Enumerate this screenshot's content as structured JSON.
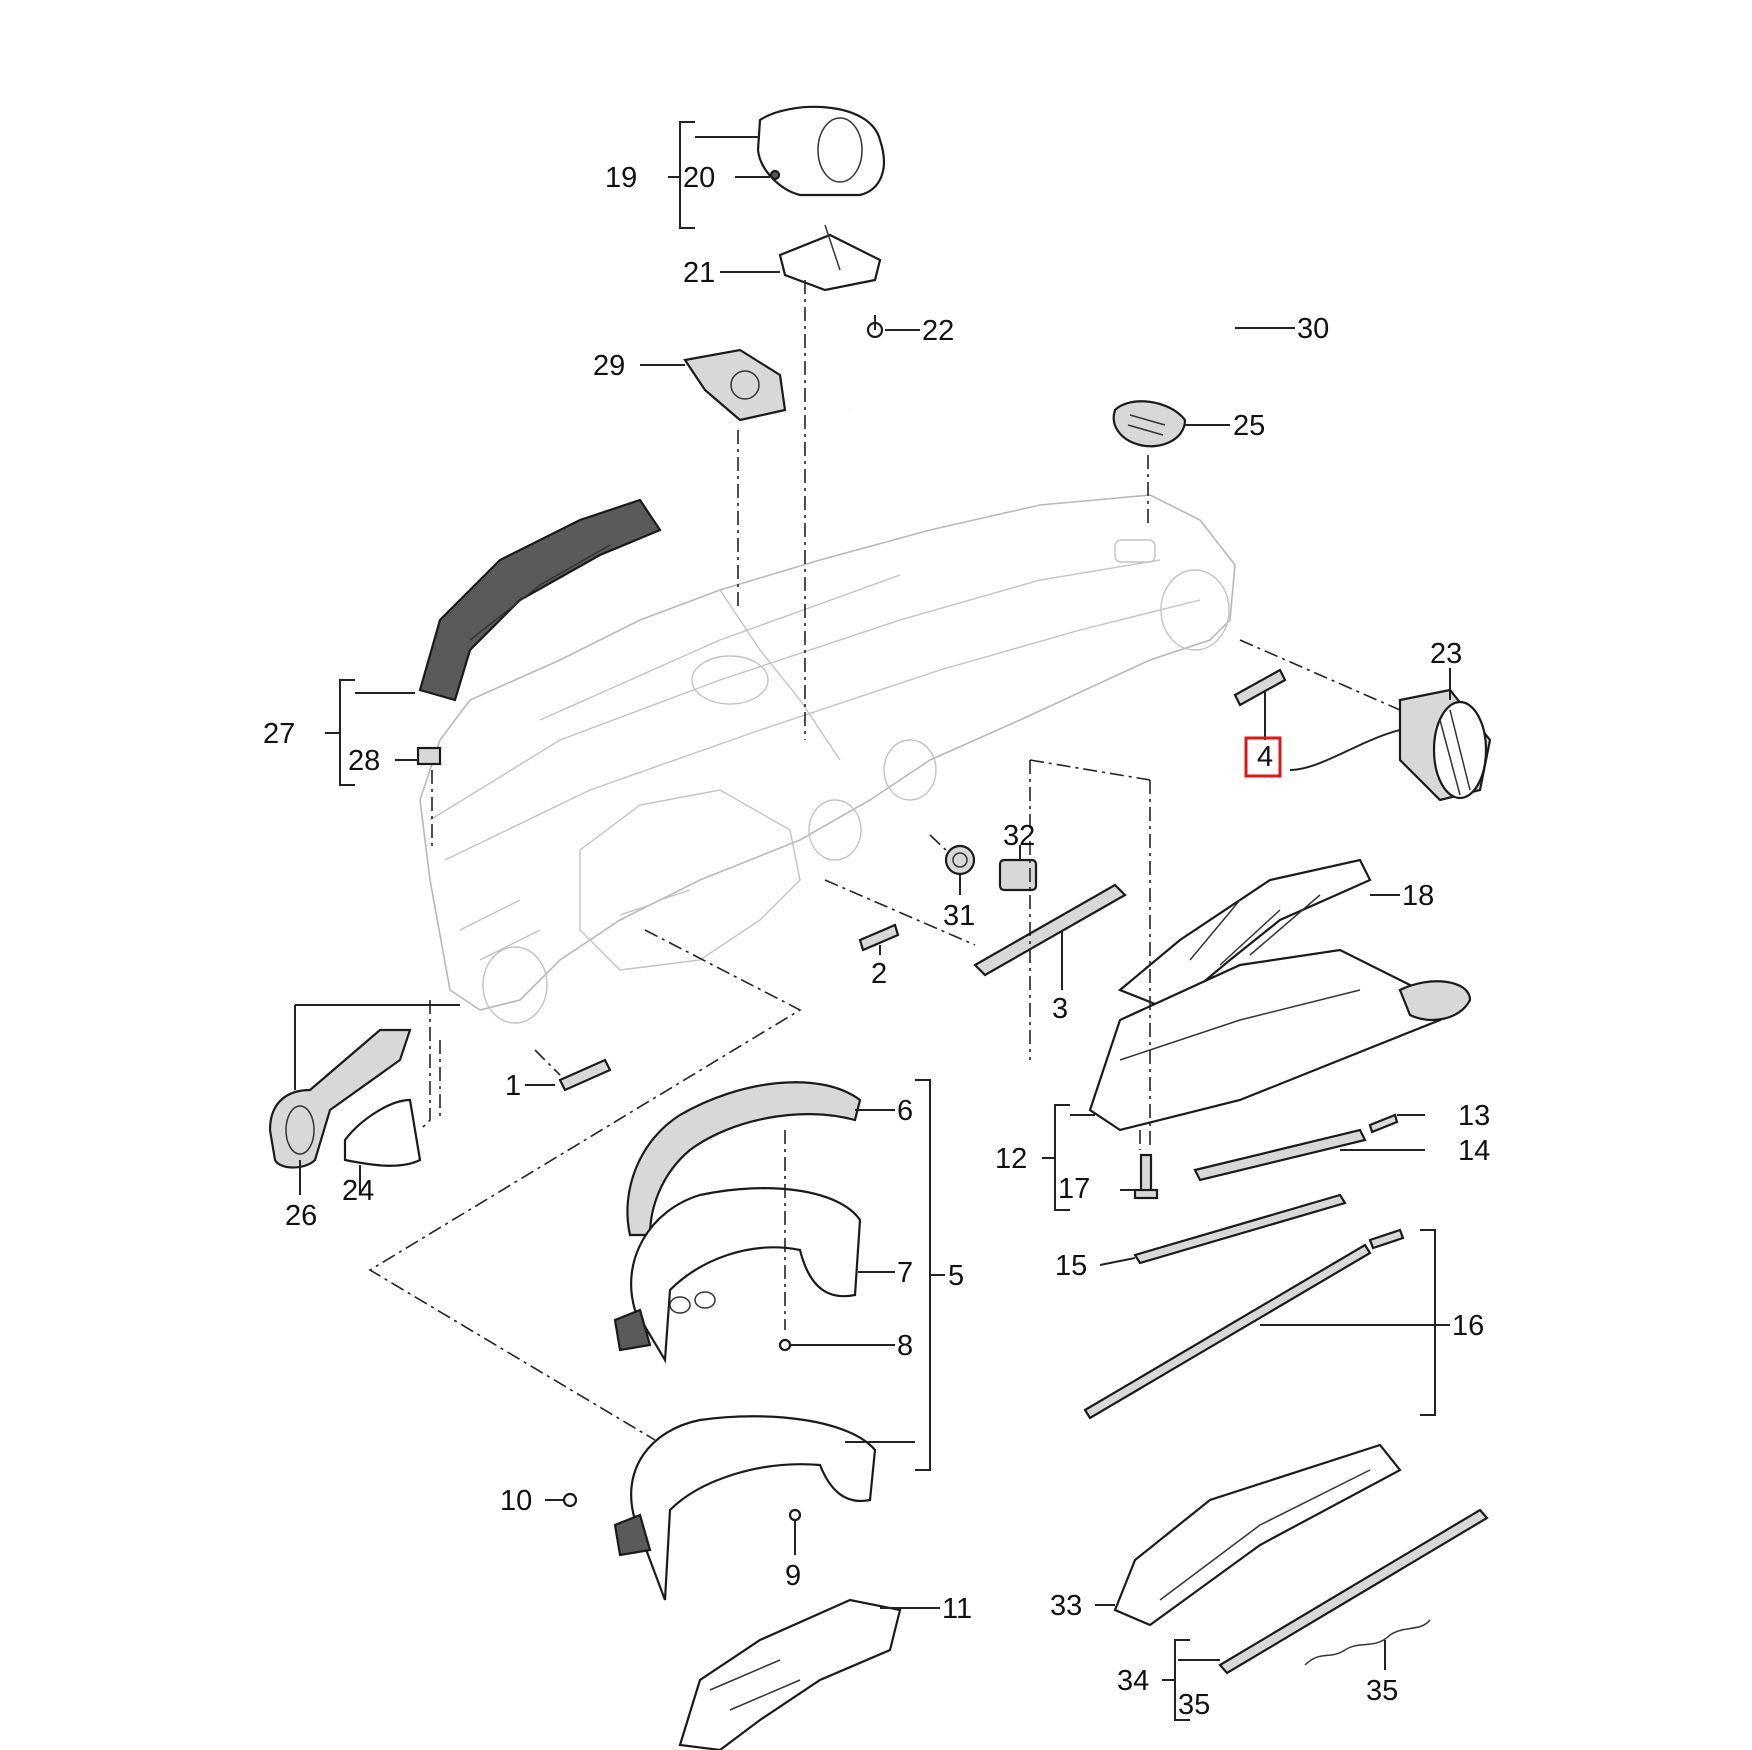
{
  "diagram": {
    "highlight_color": "#d91a1a",
    "line_color": "#222222",
    "callouts": [
      "1",
      "2",
      "3",
      "4",
      "5",
      "6",
      "7",
      "8",
      "9",
      "10",
      "11",
      "12",
      "13",
      "14",
      "15",
      "16",
      "17",
      "18",
      "19",
      "20",
      "21",
      "22",
      "23",
      "24",
      "25",
      "26",
      "27",
      "28",
      "29",
      "30",
      "31",
      "32",
      "33",
      "34",
      "35"
    ],
    "callout_35_group": "35",
    "highlighted_callout": "4"
  }
}
